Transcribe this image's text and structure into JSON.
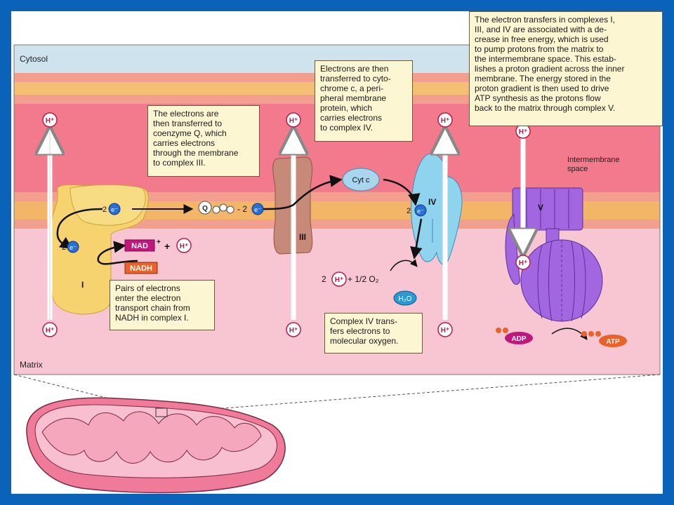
{
  "regions": {
    "cytosol": "Cytosol",
    "intermembrane": "Intermembrane\nspace",
    "matrix": "Matrix"
  },
  "captions": {
    "complex1": "Pairs of electrons\nenter the electron\ntransport chain from\nNADH in complex I.",
    "coenzyme_q": "The electrons are\nthen transferred to\ncoenzyme Q, which\ncarries electrons\nthrough the membrane\nto complex III.",
    "cytc": "Electrons are then\ntransferred to cyto-\nchrome c, a peri-\npheral membrane\nprotein, which\ncarries electrons\nto complex IV.",
    "complex4": "Complex IV trans-\nfers electrons to\nmolecular oxygen.",
    "atp": "The electron transfers in complexes I,\nIII, and IV are associated with a de-\ncrease in free energy, which is used\nto pump protons from the matrix to\nthe intermembrane space. This estab-\nlishes a proton gradient across the inner\nmembrane. The energy stored in the\nproton gradient is then used to drive\nATP synthesis as the protons flow\nback to the matrix through complex V."
  },
  "complexes": {
    "c1": "I",
    "c3": "III",
    "c4": "IV",
    "c5": "V"
  },
  "molecules": {
    "nad": "NAD",
    "nad_sup": "+",
    "nadh": "NADH",
    "plus": "+",
    "cytc": "Cyt c",
    "q": "Q",
    "adp": "ADP",
    "atp": "ATP",
    "h2o": "H₂O",
    "hplus": "H⁺",
    "electron": "e⁻",
    "two": "2",
    "half_o2": "+ 1/2 O₂",
    "two_dash": "- 2"
  },
  "colors": {
    "border": "#0a63b8",
    "cytosol": "#cfe3ee",
    "intermembrane": "#f27a8c",
    "membrane_core": "#f3b567",
    "matrix": "#f8c5d3",
    "complex1": "#f6d36f",
    "complex3": "#c88a78",
    "complex4": "#8fd3ef",
    "complex5": "#9a5ad8",
    "nad": "#c0177d",
    "nadh": "#e8622a",
    "electron": "#2a6fd6"
  }
}
